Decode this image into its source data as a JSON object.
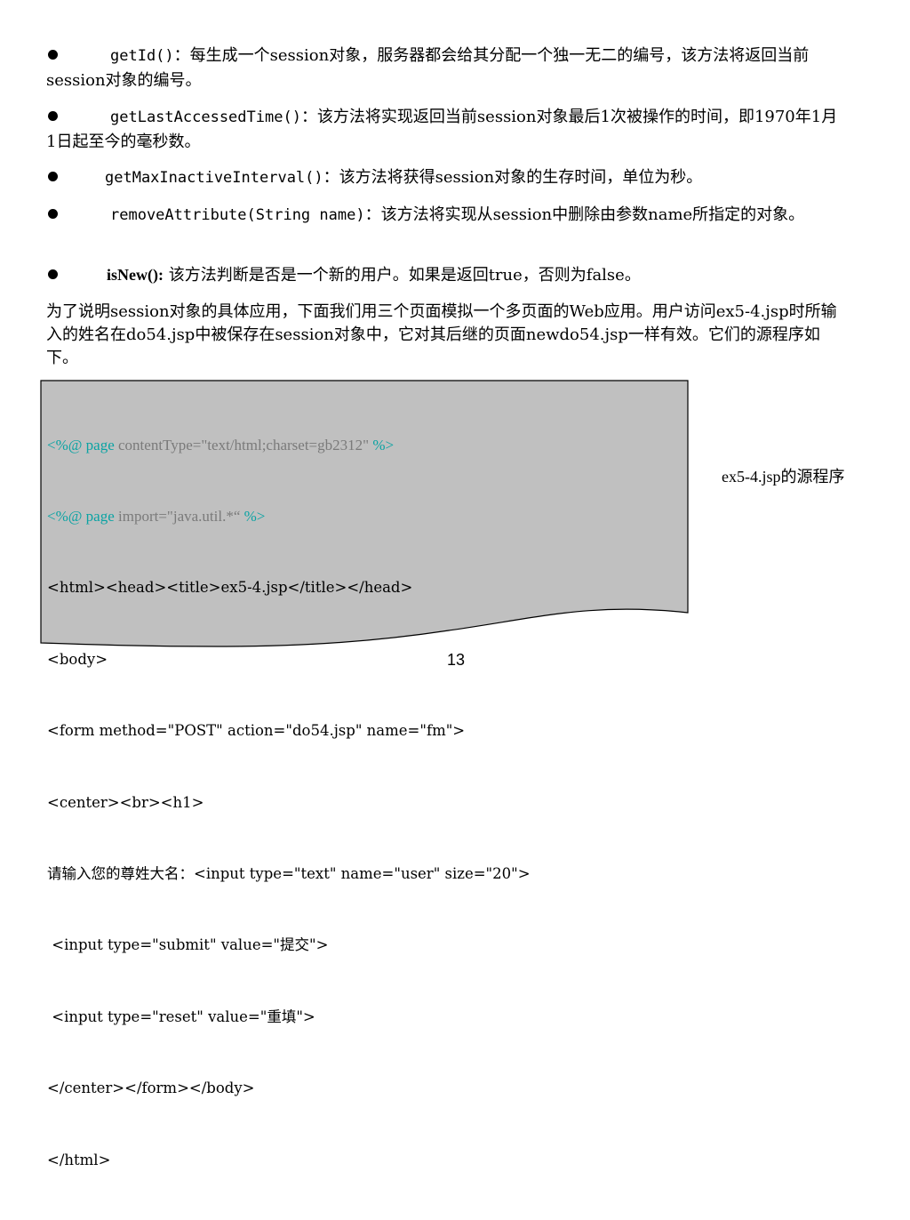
{
  "bullets": [
    {
      "method": "getId()",
      "text": "：每生成一个session对象，服务器都会给其分配一个独一无二的编号，该方法将返回当前session对象的编号。"
    },
    {
      "method": " getLastAccessedTime()",
      "text": "：该方法将实现返回当前session对象最后1次被操作的时间，即1970年1月1日起至今的毫秒数。"
    },
    {
      "method": "getMaxInactiveInterval()",
      "text": "：该方法将获得session对象的生存时间，单位为秒。"
    },
    {
      "method": " removeAttribute(String name)",
      "text": "：该方法将实现从session中删除由参数name所指定的对象。"
    },
    {
      "method": "isNew():",
      "text": " 该方法判断是否是一个新的用户。如果是返回true，否则为false。"
    }
  ],
  "intro": "为了说明session对象的具体应用，下面我们用三个页面模拟一个多页面的Web应用。用户访问ex5-4.jsp时所输入的姓名在do54.jsp中被保存在session对象中，它对其后继的页面newdo54.jsp一样有效。它们的源程序如下。",
  "code": {
    "directive1": {
      "open": "<%@ page",
      "attr": " contentType=\"text/html;charset=gb2312\"",
      "close": " %>"
    },
    "directive2": {
      "open": "<%@ page",
      "attr": " import=\"java.util.*“",
      "close": " %>"
    },
    "lines": [
      "<html><head><title>ex5-4.jsp</title></head>",
      "<body>",
      "<form method=\"POST\" action=\"do54.jsp\" name=\"fm\">",
      "<center><br><h1>",
      "请输入您的尊姓大名：<input type=\"text\" name=\"user\" size=\"20\">",
      " <input type=\"submit\" value=\"提交\">",
      " <input type=\"reset\" value=\"重填\">",
      "</center></form></body>",
      "</html>"
    ],
    "fill_color": "#c0c0c0",
    "accent_color": "#0aa3a3"
  },
  "caption": "ex5-4.jsp的源程序",
  "page_number": "13"
}
